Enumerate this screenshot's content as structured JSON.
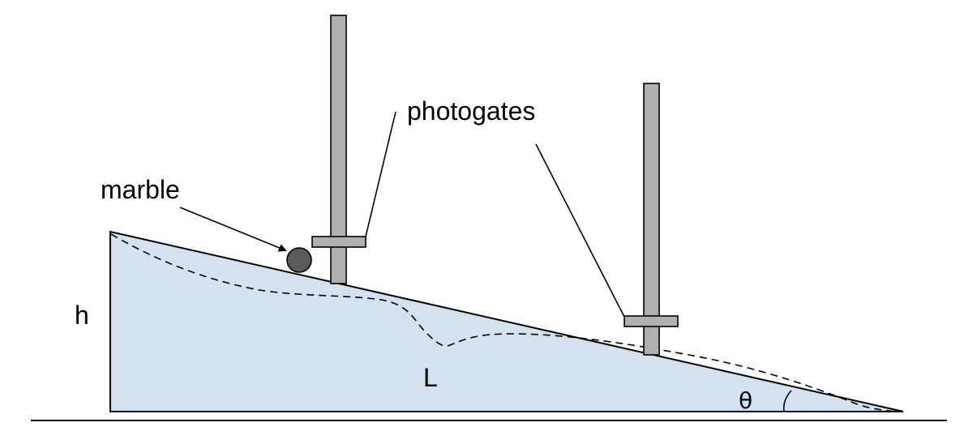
{
  "labels": {
    "marble": "marble",
    "photogates": "photogates",
    "height": "h",
    "length": "L",
    "angle": "θ"
  },
  "colors": {
    "ramp_fill": "#d3e1f0",
    "stand_fill": "#b0b0b0",
    "marble_fill": "#5a5a5a",
    "stroke": "#000000"
  }
}
